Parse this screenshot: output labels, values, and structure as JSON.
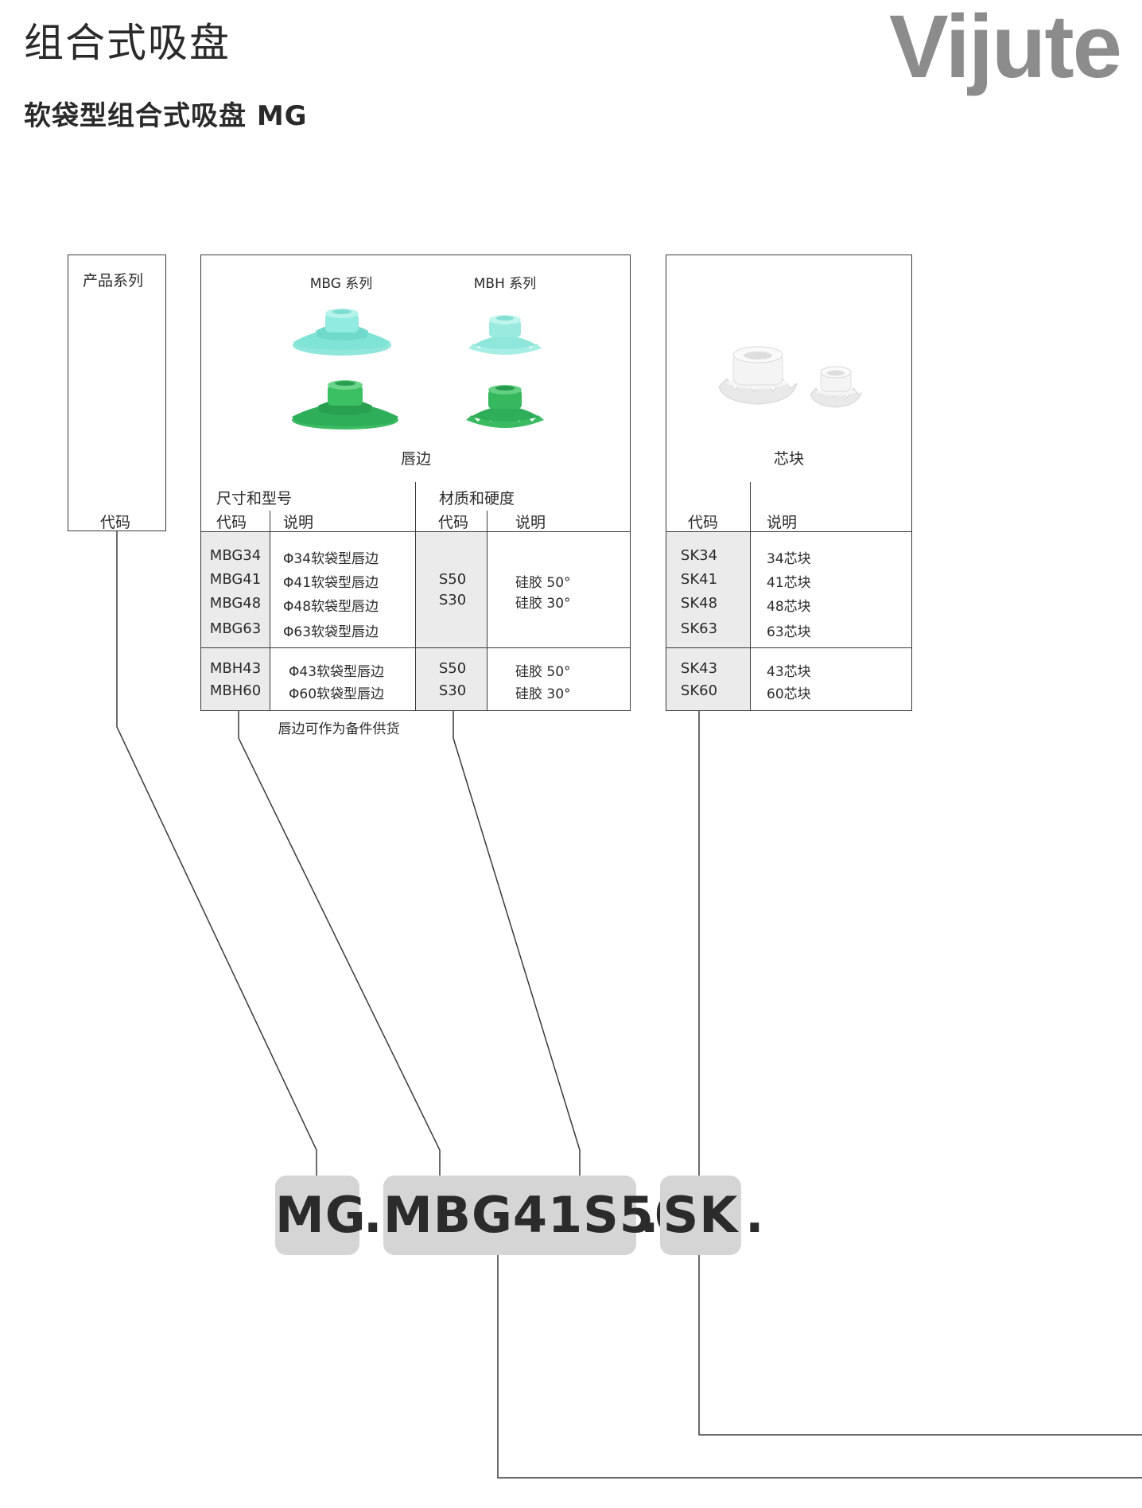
{
  "header": {
    "title": "组合式吸盘",
    "subtitle": "软袋型组合式吸盘 MG",
    "brand": "Vijute"
  },
  "series_box": {
    "header": "产品系列",
    "code_label": "代码"
  },
  "lip_box": {
    "mbg_label": "MBG 系列",
    "mbh_label": "MBH 系列",
    "caption": "唇边",
    "size_header": "尺寸和型号",
    "material_header": "材质和硬度",
    "col_code": "代码",
    "col_desc": "说明",
    "col_code2": "代码",
    "col_desc2": "说明",
    "rows_mbg": [
      {
        "code": "MBG34",
        "desc": "Φ34软袋型唇边"
      },
      {
        "code": "MBG41",
        "desc": "Φ41软袋型唇边"
      },
      {
        "code": "MBG48",
        "desc": "Φ48软袋型唇边"
      },
      {
        "code": "MBG63",
        "desc": "Φ63软袋型唇边"
      }
    ],
    "materials_mbg": [
      {
        "code": "S50",
        "desc": "硅胶 50°"
      },
      {
        "code": "S30",
        "desc": "硅胶 30°"
      }
    ],
    "rows_mbh": [
      {
        "code": "MBH43",
        "desc": "Φ43软袋型唇边"
      },
      {
        "code": "MBH60",
        "desc": "Φ60软袋型唇边"
      }
    ],
    "materials_mbh": [
      {
        "code": "S50",
        "desc": "硅胶 50°"
      },
      {
        "code": "S30",
        "desc": "硅胶 30°"
      }
    ],
    "note": "唇边可作为备件供货"
  },
  "core_box": {
    "caption": "芯块",
    "col_code": "代码",
    "col_desc": "说明",
    "rows_a": [
      {
        "code": "SK34",
        "desc": "34芯块"
      },
      {
        "code": "SK41",
        "desc": "41芯块"
      },
      {
        "code": "SK48",
        "desc": "48芯块"
      },
      {
        "code": "SK63",
        "desc": "63芯块"
      }
    ],
    "rows_b": [
      {
        "code": "SK43",
        "desc": "43芯块"
      },
      {
        "code": "SK60",
        "desc": "60芯块"
      }
    ]
  },
  "order_code": {
    "part1": "MG",
    "sep1": ".",
    "part2": "MBG41S50",
    "sep2": ".",
    "part3": "SK",
    "sep3": "."
  },
  "colors": {
    "teal": "#7fe3d6",
    "green": "#2fae5a",
    "white_core": "#f3f3f3",
    "pill": "#d5d5d5",
    "brand_gray": "#8c8c8c"
  }
}
